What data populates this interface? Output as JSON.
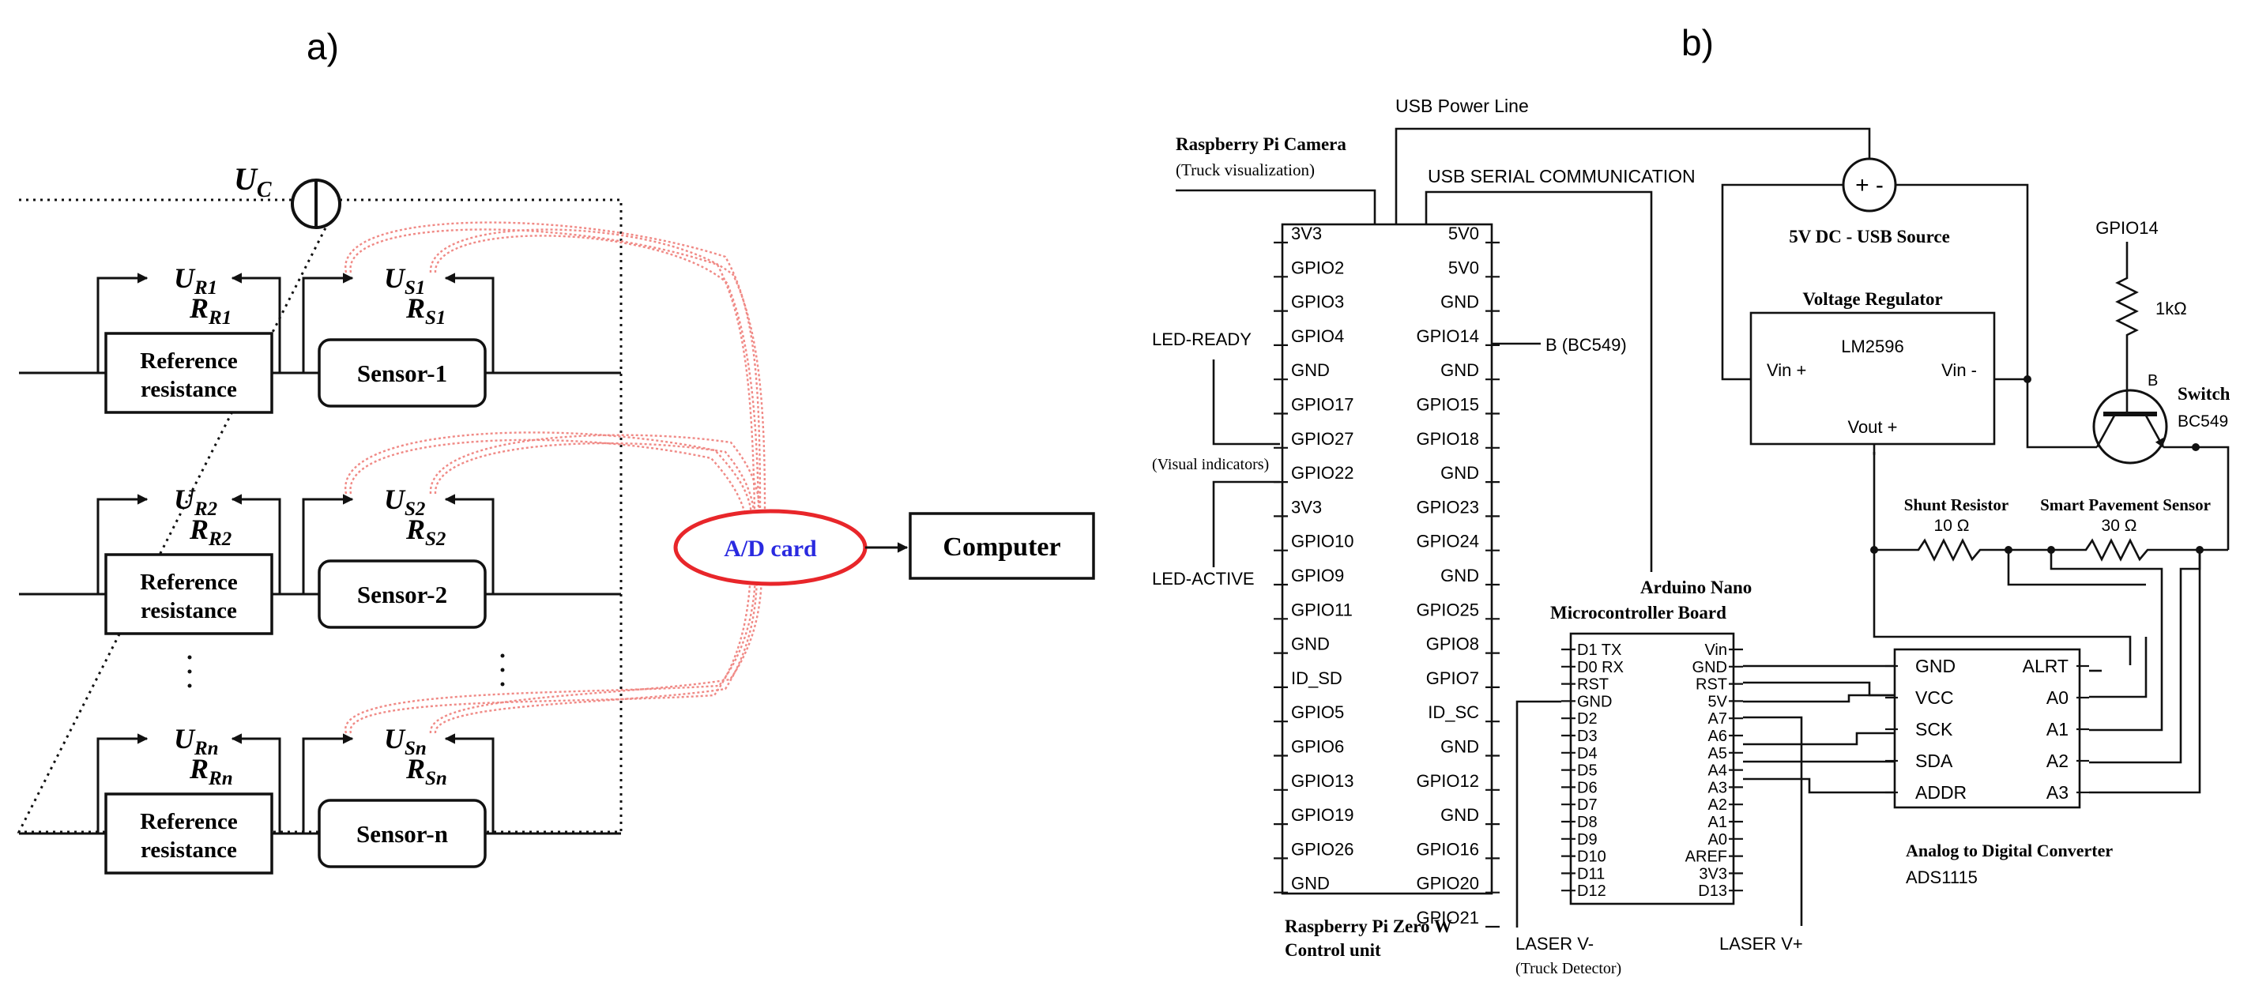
{
  "panel_a": {
    "label": "a)",
    "supply_label": "U",
    "supply_sub": "C",
    "rows": [
      {
        "ur": "U",
        "ur_sub": "R1",
        "rr": "R",
        "rr_sub": "R1",
        "us": "U",
        "us_sub": "S1",
        "rs": "R",
        "rs_sub": "S1",
        "ref_line1": "Reference",
        "ref_line2": "resistance",
        "sensor": "Sensor-1"
      },
      {
        "ur": "U",
        "ur_sub": "R2",
        "rr": "R",
        "rr_sub": "R2",
        "us": "U",
        "us_sub": "S2",
        "rs": "R",
        "rs_sub": "S2",
        "ref_line1": "Reference",
        "ref_line2": "resistance",
        "sensor": "Sensor-2"
      },
      {
        "ur": "U",
        "ur_sub": "Rn",
        "rr": "R",
        "rr_sub": "Rn",
        "us": "U",
        "us_sub": "Sn",
        "rs": "R",
        "rs_sub": "Sn",
        "ref_line1": "Reference",
        "ref_line2": "resistance",
        "sensor": "Sensor-n"
      }
    ],
    "ad_card": "A/D card",
    "computer": "Computer",
    "colors": {
      "ad_ellipse": "#e8262a",
      "ad_text": "#2a2ae0",
      "wires": "#f08a86"
    }
  },
  "panel_b": {
    "label": "b)",
    "usb_power": "USB Power Line",
    "usb_serial": "USB SERIAL COMMUNICATION",
    "camera_title": "Raspberry Pi Camera",
    "camera_sub": "(Truck visualization)",
    "led_ready": "LED-READY",
    "led_active": "LED-ACTIVE",
    "visual_indicators": "(Visual indicators)",
    "source_label": "5V DC - USB Source",
    "source_symbol": "+ -",
    "gpio14_top": "GPIO14",
    "res_1k": "1kΩ",
    "base_label": "B",
    "switch_label": "Switch",
    "switch_part": "BC549",
    "regulator_title": "Voltage Regulator",
    "regulator_part": "LM2596",
    "vin_plus": "Vin +",
    "vin_minus": "Vin -",
    "vout_plus": "Vout +",
    "b_bc549": "B (BC549)",
    "shunt_title": "Shunt Resistor",
    "shunt_value": "10 Ω",
    "pavement_title": "Smart Pavement Sensor",
    "pavement_value": "30 Ω",
    "pi_left_pins": [
      "3V3",
      "GPIO2",
      "GPIO3",
      "GPIO4",
      "GND",
      "GPIO17",
      "GPIO27",
      "GPIO22",
      "3V3",
      "GPIO10",
      "GPIO9",
      "GPIO11",
      "GND",
      "ID_SD",
      "GPIO5",
      "GPIO6",
      "GPIO13",
      "GPIO19",
      "GPIO26",
      "GND"
    ],
    "pi_right_pins": [
      "5V0",
      "5V0",
      "GND",
      "GPIO14",
      "GND",
      "GPIO15",
      "GPIO18",
      "GND",
      "GPIO23",
      "GPIO24",
      "GND",
      "GPIO25",
      "GPIO8",
      "GPIO7",
      "ID_SC",
      "GND",
      "GPIO12",
      "GND",
      "GPIO16",
      "GPIO20",
      "GPIO21"
    ],
    "pi_title1": "Raspberry Pi Zero W",
    "pi_title2": "Control unit",
    "nano_title1": "Arduino Nano",
    "nano_title2": "Microcontroller Board",
    "nano_left_pins": [
      "D1 TX",
      "D0 RX",
      "RST",
      "GND",
      "D2",
      "D3",
      "D4",
      "D5",
      "D6",
      "D7",
      "D8",
      "D9",
      "D10",
      "D11",
      "D12"
    ],
    "nano_right_pins": [
      "Vin",
      "GND",
      "RST",
      "5V",
      "A7",
      "A6",
      "A5",
      "A4",
      "A3",
      "A2",
      "A1",
      "A0",
      "AREF",
      "3V3",
      "D13"
    ],
    "laser_minus": "LASER V-",
    "laser_sub": "(Truck Detector)",
    "laser_plus": "LASER V+",
    "adc_left_pins": [
      "GND",
      "VCC",
      "SCK",
      "SDA",
      "ADDR"
    ],
    "adc_right_pins": [
      "ALRT",
      "A0",
      "A1",
      "A2",
      "A3"
    ],
    "adc_title": "Analog to Digital Converter",
    "adc_part": "ADS1115"
  }
}
